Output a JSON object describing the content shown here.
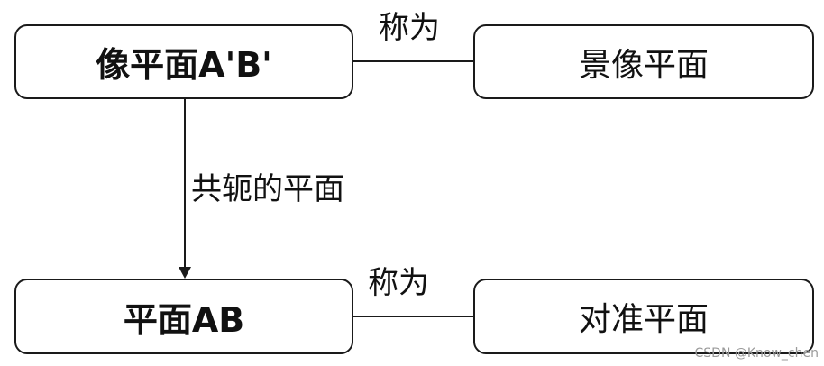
{
  "nodes": {
    "image_plane": "像平面A'B'",
    "scene_plane": "景像平面",
    "plane_ab": "平面AB",
    "focus_plane": "对准平面"
  },
  "edges": {
    "top_link": "称为",
    "vertical_link": "共轭的平面",
    "bottom_link": "称为"
  },
  "watermark": "CSDN @Know_chen",
  "colors": {
    "stroke": "#1a1a1a",
    "text": "#111111",
    "watermark": "#9a9a9a"
  }
}
